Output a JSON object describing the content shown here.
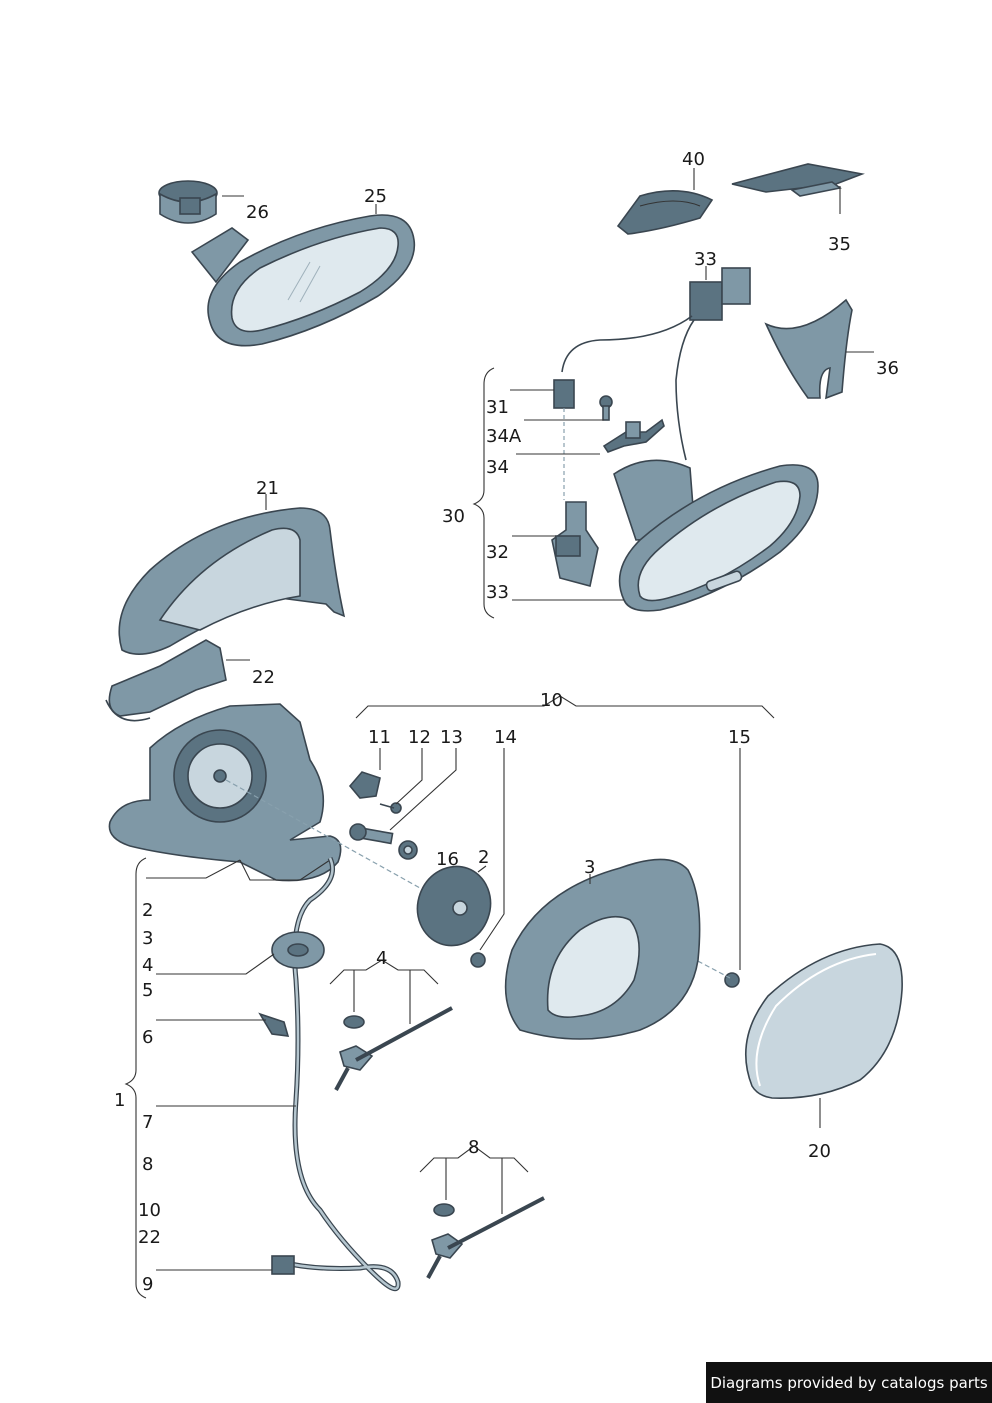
{
  "labels": {
    "l1": "1",
    "l2a": "2",
    "l2b": "2",
    "l3a": "3",
    "l3b": "3",
    "l4a": "4",
    "l4b": "4",
    "l5": "5",
    "l6": "6",
    "l7": "7",
    "l8a": "8",
    "l8b": "8",
    "l9": "9",
    "l10a": "10",
    "l10b": "10",
    "l11": "11",
    "l12": "12",
    "l13": "13",
    "l14": "14",
    "l15": "15",
    "l16": "16",
    "l20": "20",
    "l21": "21",
    "l22a": "22",
    "l22b": "22",
    "l25": "25",
    "l26": "26",
    "l30": "30",
    "l31": "31",
    "l32": "32",
    "l33a": "33",
    "l33b": "33",
    "l34": "34",
    "l34A": "34A",
    "l35": "35",
    "l36": "36",
    "l40": "40"
  },
  "footer": {
    "text": "Diagrams provided by catalogs parts"
  },
  "colors": {
    "part_fill": "#7f98a6",
    "part_dark": "#5b7381",
    "glass": "#dfe9ee",
    "outline": "#3a4650"
  }
}
